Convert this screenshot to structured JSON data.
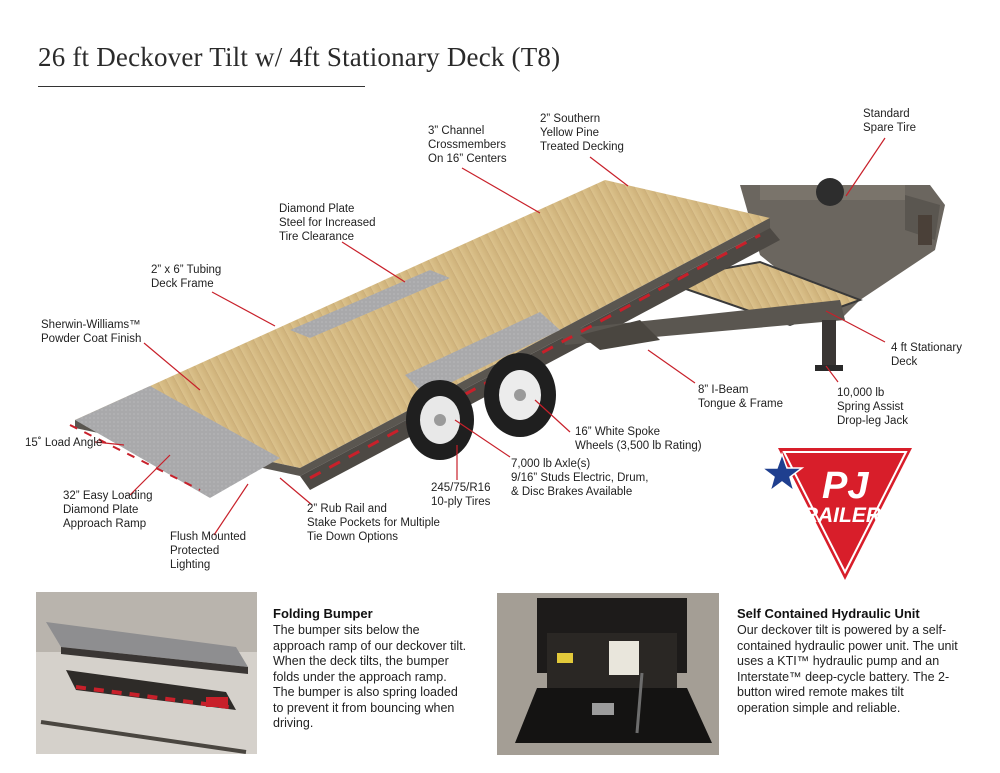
{
  "header": {
    "title": "26 ft Deckover Tilt w/ 4ft Stationary Deck (T8)"
  },
  "callouts": {
    "channel_crossmembers": "3” Channel\nCrossmembers\nOn 16” Centers",
    "southern_pine": "2” Southern\nYellow Pine\nTreated Decking",
    "spare_tire": "Standard\nSpare Tire",
    "diamond_plate": "Diamond Plate\nSteel for Increased\nTire Clearance",
    "tubing_frame": "2” x 6” Tubing\nDeck Frame",
    "powder_coat": "Sherwin-Williams™\nPowder Coat Finish",
    "stationary_deck": "4 ft Stationary\nDeck",
    "ibeam": "8” I-Beam\nTongue & Frame",
    "jack": "10,000 lb\nSpring Assist\nDrop-leg Jack",
    "load_angle": "15˚ Load Angle",
    "white_spoke": "16” White Spoke\nWheels (3,500 lb Rating)",
    "axles": "7,000 lb Axle(s)\n9/16” Studs Electric, Drum,\n& Disc Brakes Available",
    "approach_ramp": "32” Easy Loading\nDiamond Plate\nApproach Ramp",
    "tires": "245/75/R16\n10-ply Tires",
    "rub_rail": "2” Rub Rail and\nStake Pockets for Multiple\nTie Down Options",
    "lighting": "Flush Mounted\nProtected\nLighting"
  },
  "logo": {
    "brand_top": "PJ",
    "brand_bottom": "TRAILERS",
    "colors": {
      "red": "#d81e2a",
      "blue": "#1f3f8f"
    }
  },
  "features": [
    {
      "title": "Folding Bumper",
      "body": "The bumper sits below the approach ramp of our deckover tilt. When the deck tilts, the bumper folds under the approach ramp. The bumper is also spring loaded to prevent it from bouncing when driving."
    },
    {
      "title": "Self Contained Hydraulic Unit",
      "body": "Our deckover tilt is powered by a self-contained hydraulic power unit. The unit uses a KTI™ hydraulic pump and an Interstate™ deep-cycle battery. The 2-button wired remote makes tilt operation simple and reliable."
    }
  ],
  "colors": {
    "leader": "#c8202a",
    "wood": "#d9c08a",
    "frame": "#5a5650",
    "plate": "#a9a9ab"
  }
}
